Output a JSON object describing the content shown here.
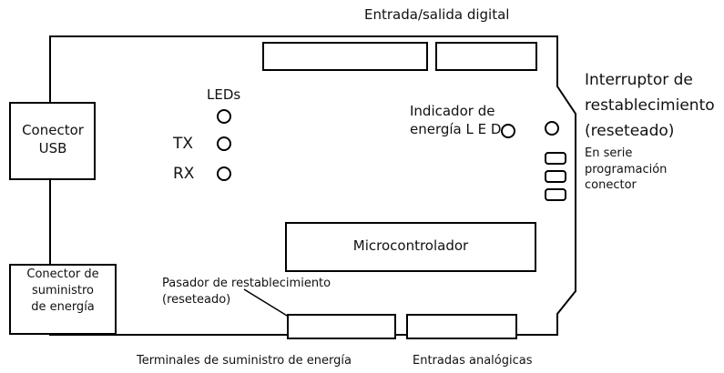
{
  "labels": {
    "digital_io": "Entrada/salida digital",
    "leds": "LEDs",
    "tx": "TX",
    "rx": "RX",
    "usb_connector": "Conector\nUSB",
    "power_led": "Indicador de\nenergía L E D",
    "reset_switch_1": "Interruptor de",
    "reset_switch_2": "restablecimiento",
    "reset_switch_3": "(reseteado)",
    "serial_connector": "En serie\nprogramación\nconector",
    "microcontroller": "Microcontrolador",
    "power_connector": "Conector de\nsuministro\nde energía",
    "reset_pin": "Pasador de restablecimiento\n(reseteado)",
    "power_terminals": "Terminales de suministro de energía",
    "analog_inputs": "Entradas analógicas"
  }
}
